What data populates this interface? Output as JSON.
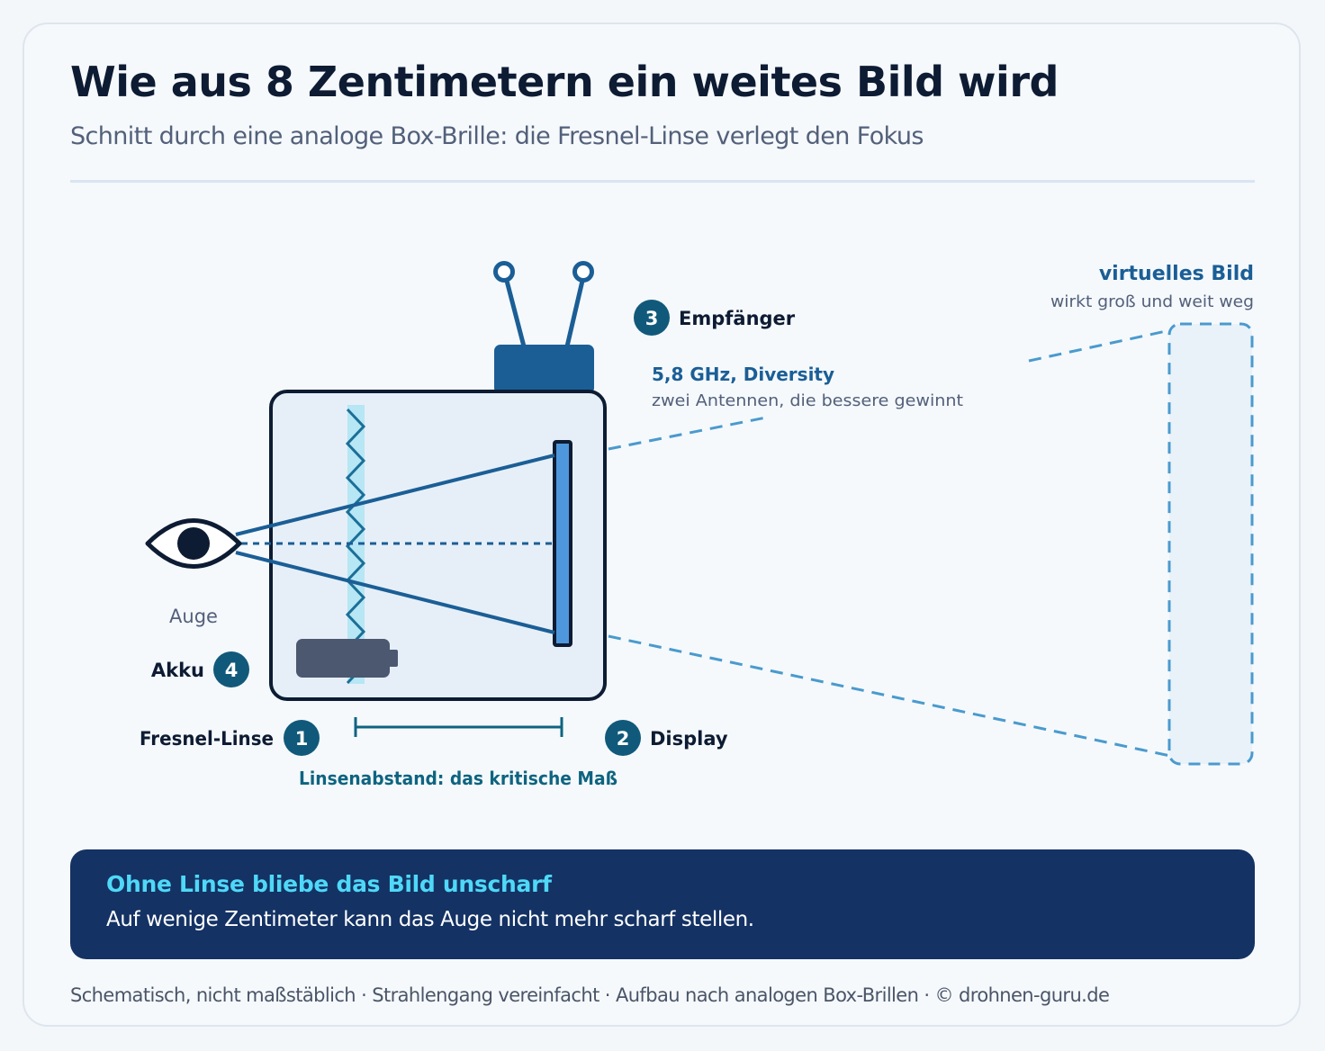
{
  "header": {
    "title": "Wie aus 8 Zentimetern ein weites Bild wird",
    "subtitle": "Schnitt durch eine analoge Box-Brille: die Fresnel-Linse verlegt den Fokus"
  },
  "diagram": {
    "eye_label": "Auge",
    "battery": {
      "label": "Akku",
      "number": "4"
    },
    "lens": {
      "label": "Fresnel-Linse",
      "number": "1"
    },
    "display": {
      "label": "Display",
      "number": "2"
    },
    "receiver": {
      "label": "Empfänger",
      "number": "3",
      "spec_title": "5,8 GHz, Diversity",
      "spec_text": "zwei Antennen, die bessere gewinnt"
    },
    "distance_label": "Linsenabstand: das kritische Maß",
    "virtual_image": {
      "title": "virtuelles Bild",
      "text": "wirkt groß und weit weg"
    }
  },
  "callout": {
    "title": "Ohne Linse bliebe das Bild unscharf",
    "text": "Auf wenige Zentimeter kann das Auge nicht mehr scharf stellen."
  },
  "footer": {
    "text": "Schematisch, nicht maßstäblich · Strahlengang vereinfacht · Aufbau nach analogen Box-Brillen · © drohnen-guru.de"
  },
  "colors": {
    "dark_navy": "#0d1b33",
    "line_blue": "#1b5e96",
    "teal": "#0e6480",
    "badge": "#11597a",
    "accent_cyan": "#4fd8f7",
    "callout_bg": "#143264",
    "dashed": "#4a9ace"
  }
}
